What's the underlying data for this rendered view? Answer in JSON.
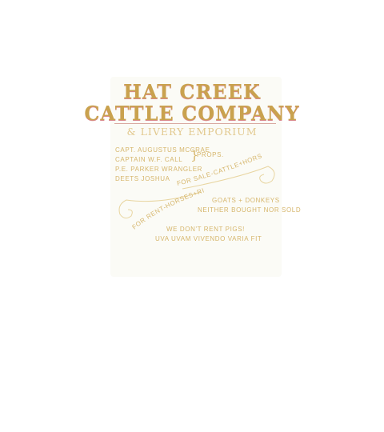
{
  "sign": {
    "title_line1": "HAT CREEK",
    "title_line2": "CATTLE COMPANY",
    "subtitle": "& LIVERY EMPORIUM",
    "names": [
      "CAPT. AUGUSTUS MCCRAE",
      "CAPTAIN W.F. CALL",
      "P.E. PARKER WRANGLER",
      "DEETS JOSHUA"
    ],
    "props_label": "PROPS.",
    "for_sale": "FOR SALE-CATTLE+HORSES",
    "for_rent": "FOR RENT-HORSES+RIGS",
    "goats": "GOATS + DONKEYS",
    "neither": "NEITHER BOUGHT NOR SOLD",
    "no_pigs": "WE DON'T RENT PIGS!",
    "motto": "UVA UVAM VIVENDO VARIA FIT"
  },
  "colors": {
    "gold": "#c9a24e",
    "pale_gold": "#e2c98f",
    "shadow_red": "#d98a8a",
    "background": "#ffffff"
  }
}
